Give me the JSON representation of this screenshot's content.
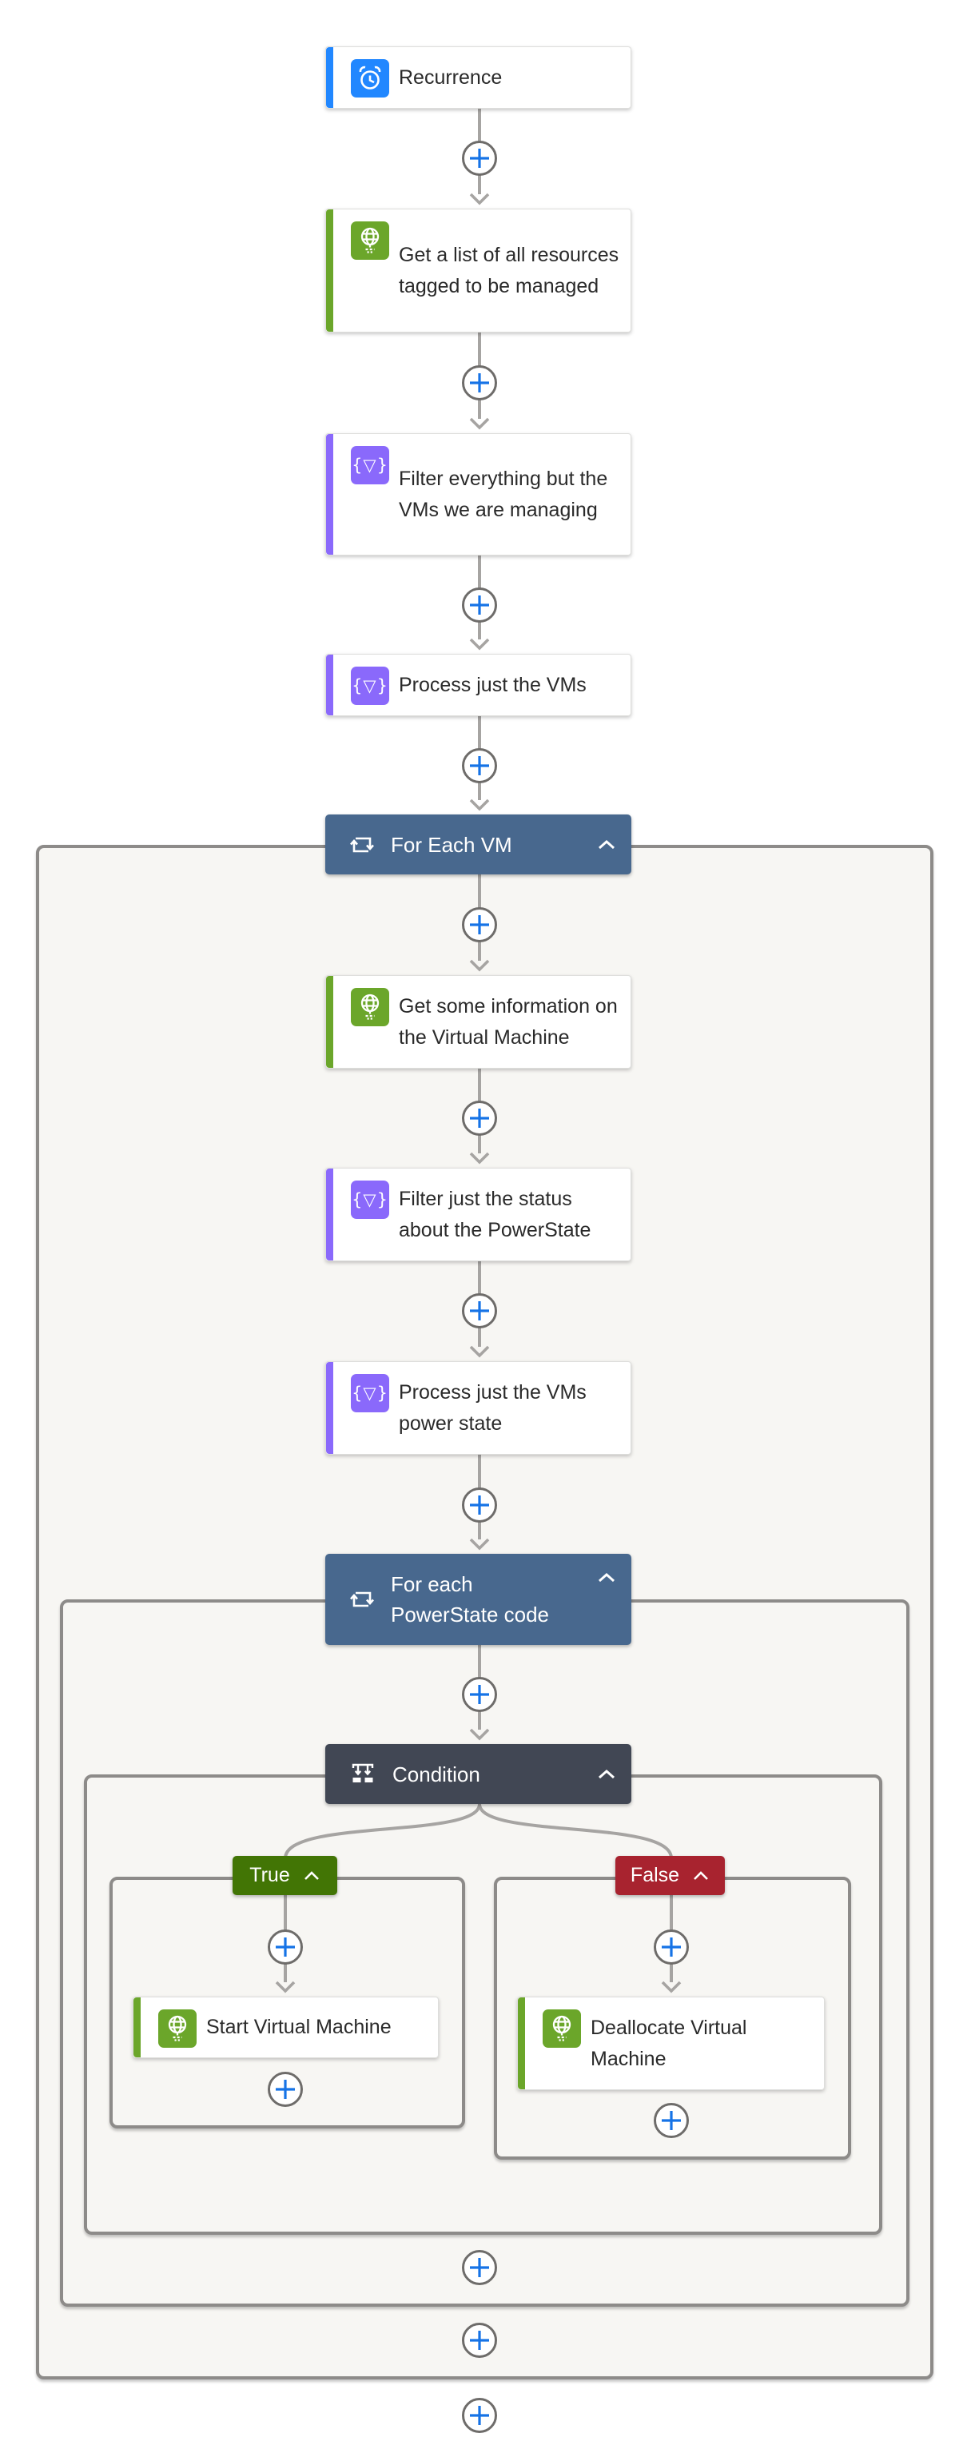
{
  "palette": {
    "trigger_blue": "#2187ff",
    "http_green": "#6ba62a",
    "dataops_purple": "#8a69fb",
    "foreach_blue": "#48688e",
    "condition_dark": "#414754",
    "true_green": "#427505",
    "false_red": "#a8232f",
    "connector_gray": "#a6a4a2",
    "plus_blue": "#1673e6",
    "scope_bg": "#f7f6f3",
    "scope_border": "#8d8b89"
  },
  "nodes": {
    "recurrence": {
      "label": "Recurrence",
      "icon": "alarm-clock-icon",
      "color": "#2187ff"
    },
    "get_list": {
      "label": "Get a list of all resources tagged to be managed",
      "icon": "globe-icon",
      "color": "#6ba62a"
    },
    "filter_vms": {
      "label": "Filter everything but the VMs we are managing",
      "icon": "filter-code-icon",
      "color": "#8a69fb"
    },
    "process_vms": {
      "label": "Process just the VMs",
      "icon": "filter-code-icon",
      "color": "#8a69fb"
    },
    "foreach_vm": {
      "label": "For Each VM",
      "icon": "loop-icon",
      "color": "#48688e"
    },
    "get_info": {
      "label": "Get some information on the Virtual Machine",
      "icon": "globe-icon",
      "color": "#6ba62a"
    },
    "filter_status": {
      "label": "Filter just the status about the PowerState",
      "icon": "filter-code-icon",
      "color": "#8a69fb"
    },
    "process_power": {
      "label": "Process just the VMs power state",
      "icon": "filter-code-icon",
      "color": "#8a69fb"
    },
    "foreach_power": {
      "label": "For each PowerState code",
      "icon": "loop-icon",
      "color": "#48688e"
    },
    "condition": {
      "label": "Condition",
      "icon": "condition-icon",
      "color": "#414754"
    },
    "true_branch": {
      "label": "True",
      "color": "#427505"
    },
    "false_branch": {
      "label": "False",
      "color": "#a8232f"
    },
    "start_vm": {
      "label": "Start Virtual Machine",
      "icon": "globe-icon",
      "color": "#6ba62a"
    },
    "deallocate_vm": {
      "label": "Deallocate Virtual Machine",
      "icon": "globe-icon",
      "color": "#6ba62a"
    }
  }
}
